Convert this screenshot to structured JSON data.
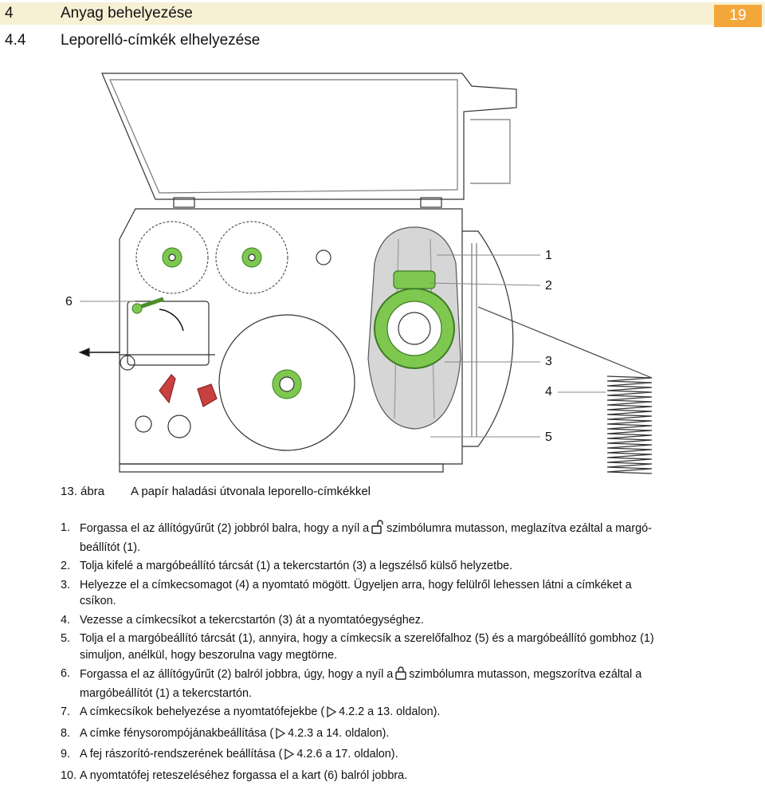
{
  "header": {
    "chapter_num": "4",
    "chapter_title": "Anyag behelyezése",
    "page": "19",
    "section_num": "4.4",
    "section_title": "Leporelló-címkék elhelyezése"
  },
  "figure": {
    "callouts": [
      "1",
      "2",
      "3",
      "4",
      "5",
      "6"
    ],
    "caption_label": "13. ábra",
    "caption_text": "A papír haladási útvonala leporello-címkékkel"
  },
  "steps": [
    {
      "n": "1.",
      "a": "Forgassa el az állítógyűrűt (2) jobbról balra, hogy a nyíl a",
      "icon": "unlock-icon",
      "b": "szimbólumra mutasson, meglazítva ezáltal a margó-",
      "c": "beállítót (1)."
    },
    {
      "n": "2.",
      "a": "Tolja kifelé a margóbeállító tárcsát (1) a tekercstartón (3) a legszélső külső helyzetbe."
    },
    {
      "n": "3.",
      "a": "Helyezze el a címkecsomagot (4) a nyomtató mögött. Ügyeljen arra, hogy felülről lehessen látni a címkéket a",
      "c": "csíkon."
    },
    {
      "n": "4.",
      "a": "Vezesse a címkecsíkot a tekercstartón (3) át a nyomtatóegységhez."
    },
    {
      "n": "5.",
      "a": "Tolja el a margóbeállító tárcsát (1), annyira, hogy a címkecsík a szerelőfalhoz (5) és a margóbeállító gombhoz (1)",
      "c": "simuljon, anélkül, hogy beszorulna vagy megtörne."
    },
    {
      "n": "6.",
      "a": "Forgassa el az állítógyűrűt (2) balról jobbra, úgy, hogy a nyíl a",
      "icon": "lock-icon",
      "b": "szimbólumra mutasson, megszorítva ezáltal a",
      "c": "margóbeállítót (1) a tekercstartón."
    },
    {
      "n": "7.",
      "a": "A címkecsíkok behelyezése a nyomtatófejekbe (",
      "icon": "ref-arrow-icon",
      "b": "4.2.2 a 13. oldalon)."
    },
    {
      "n": "8.",
      "a": "A címke fénysorompójánakbeállítása (",
      "icon": "ref-arrow-icon",
      "b": "4.2.3 a 14. oldalon)."
    },
    {
      "n": "9.",
      "a": "A fej rászorító-rendszerének beállítása (",
      "icon": "ref-arrow-icon",
      "b": "4.2.6 a 17. oldalon)."
    },
    {
      "n": "10.",
      "a": "A nyomtatófej reteszeléséhez forgassa el a kart (6) balról jobbra."
    }
  ]
}
